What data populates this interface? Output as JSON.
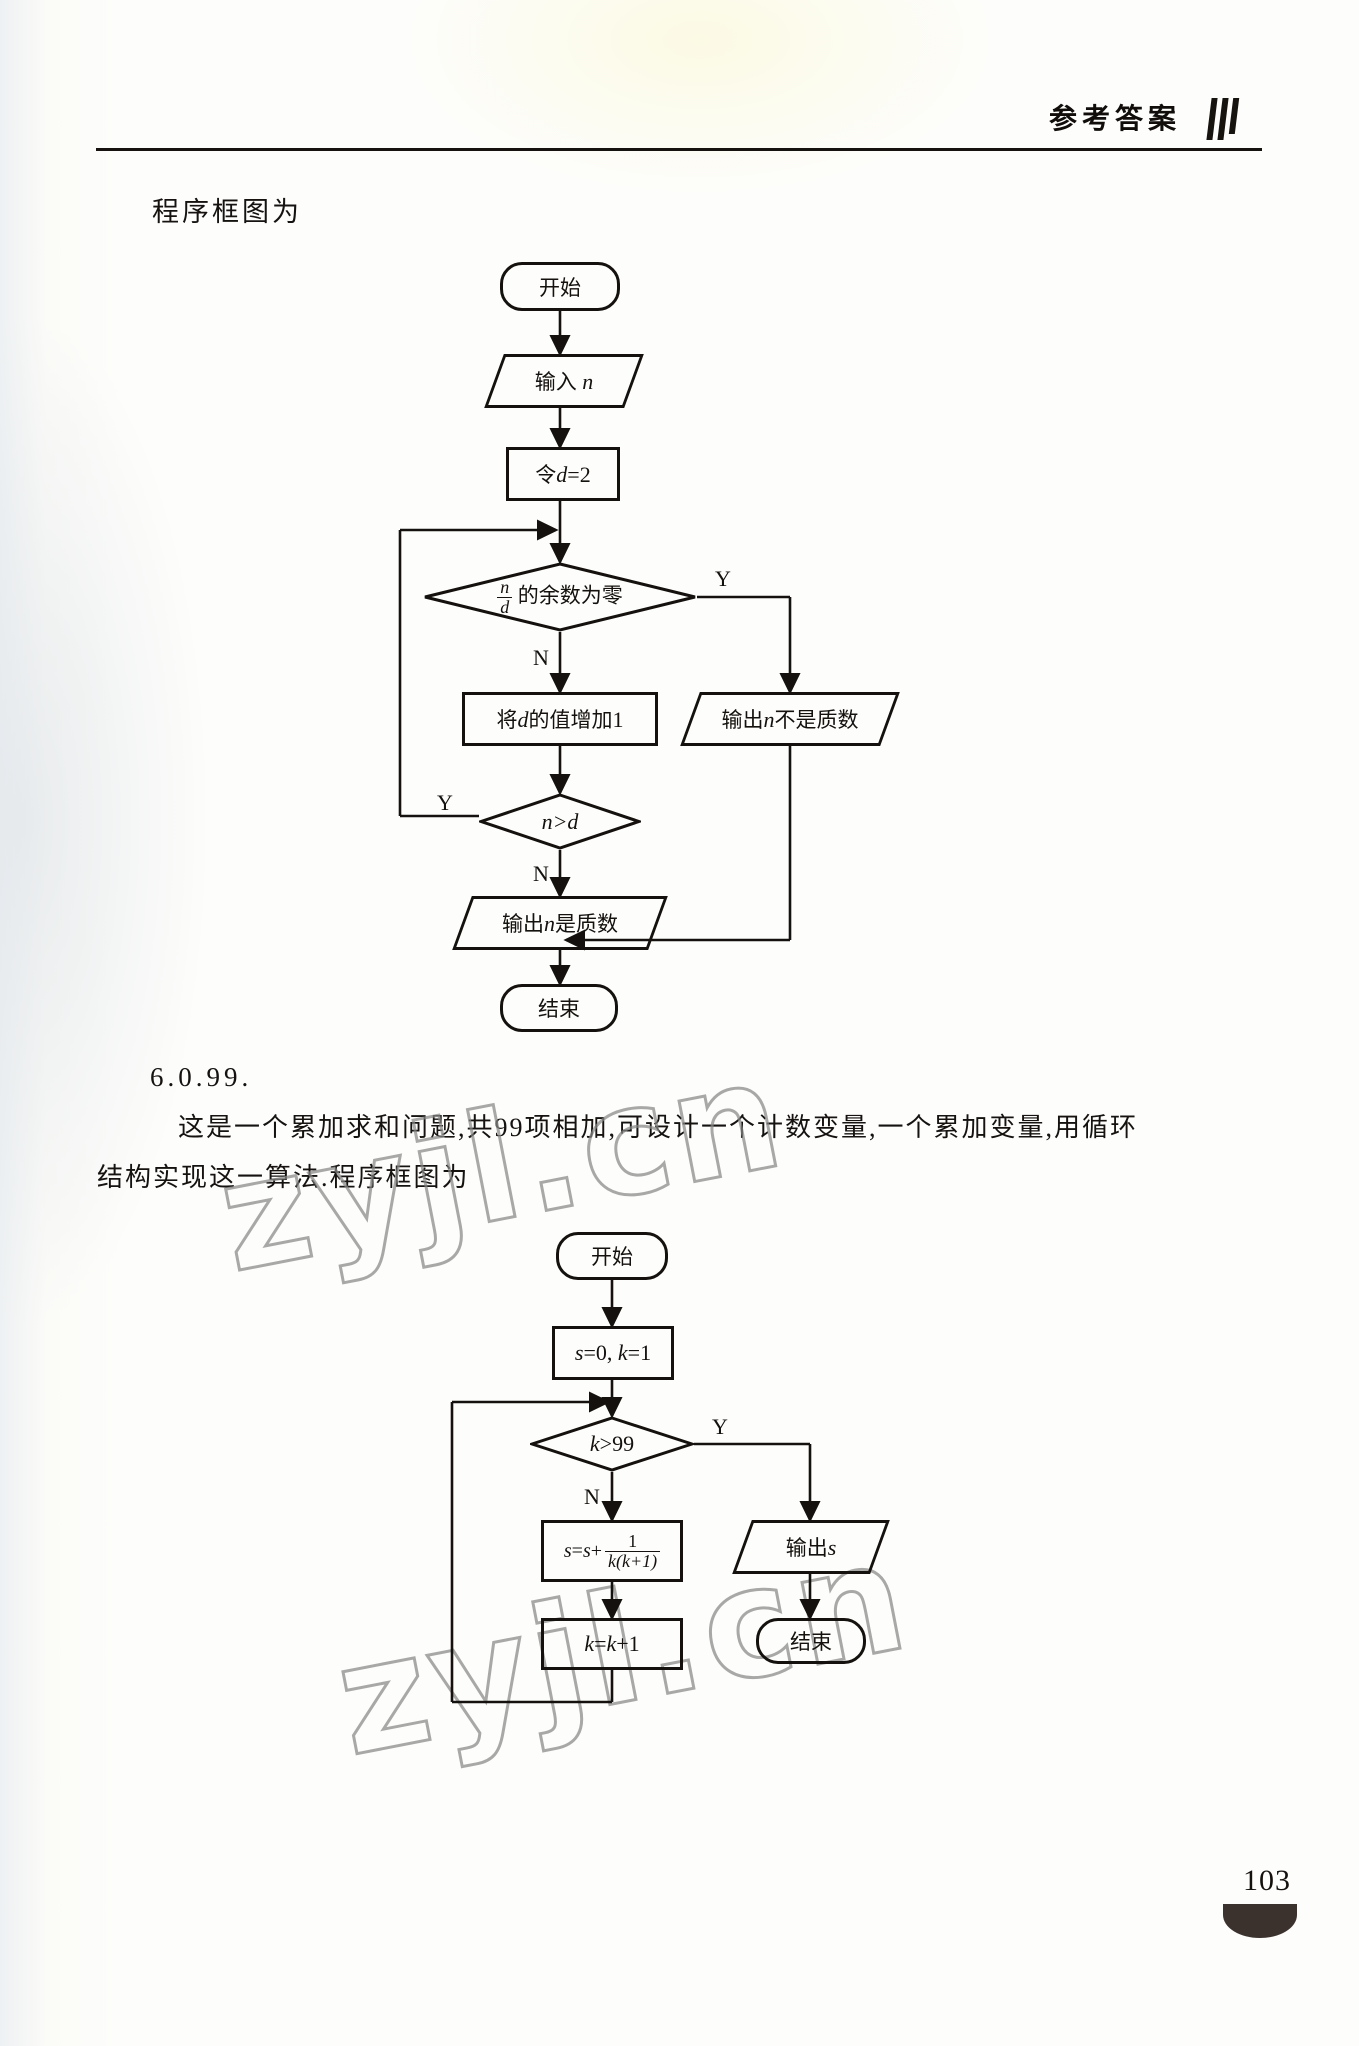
{
  "header": {
    "title": "参考答案",
    "mark": "triple-bar-mark"
  },
  "page": {
    "number": "103",
    "watermark": "zyjl.cn"
  },
  "body": {
    "intro_line": "程序框图为",
    "section_number": "6.0.99.",
    "paragraph_line_1": "这是一个累加求和问题,共99项相加,可设计一个计数变量,一个累加变量,用循环",
    "paragraph_line_2": "结构实现这一算法.程序框图为"
  },
  "flowchart_1": {
    "title": "prime-test-flowchart",
    "nodes": [
      {
        "id": "start",
        "shape": "terminator",
        "label": "开始"
      },
      {
        "id": "input_n",
        "shape": "io",
        "label": "输入 n"
      },
      {
        "id": "set_d",
        "shape": "process",
        "label": "令d=2"
      },
      {
        "id": "check_rem",
        "shape": "decision",
        "label_prefix": "",
        "fraction_num": "n",
        "fraction_den": "d",
        "label_suffix": "的余数为零"
      },
      {
        "id": "inc_d",
        "shape": "process",
        "label": "将d的值增加1"
      },
      {
        "id": "out_not",
        "shape": "io",
        "label": "输出n不是质数"
      },
      {
        "id": "check_nd",
        "shape": "decision",
        "label": "n>d"
      },
      {
        "id": "out_prime",
        "shape": "io",
        "label": "输出n是质数"
      },
      {
        "id": "end",
        "shape": "terminator",
        "label": "结束"
      }
    ],
    "branch_labels": {
      "rem_yes": "Y",
      "rem_no": "N",
      "nd_yes": "Y",
      "nd_no": "N"
    }
  },
  "flowchart_2": {
    "title": "accumulate-sum-flowchart",
    "nodes": [
      {
        "id": "start",
        "shape": "terminator",
        "label": "开始"
      },
      {
        "id": "init",
        "shape": "process",
        "label": "s=0, k=1"
      },
      {
        "id": "test_k",
        "shape": "decision",
        "label": "k>99"
      },
      {
        "id": "accum",
        "shape": "process",
        "label_prefix": "s=s+",
        "fraction_num": "1",
        "fraction_den": "k(k+1)"
      },
      {
        "id": "inc_k",
        "shape": "process",
        "label": "k=k+1"
      },
      {
        "id": "output_s",
        "shape": "io",
        "label": "输出s"
      },
      {
        "id": "end",
        "shape": "terminator",
        "label": "结束"
      }
    ],
    "branch_labels": {
      "k_yes": "Y",
      "k_no": "N"
    }
  },
  "colors": {
    "ink": "#14110e",
    "paper": "#fdfdfb",
    "watermark": "#878787"
  }
}
